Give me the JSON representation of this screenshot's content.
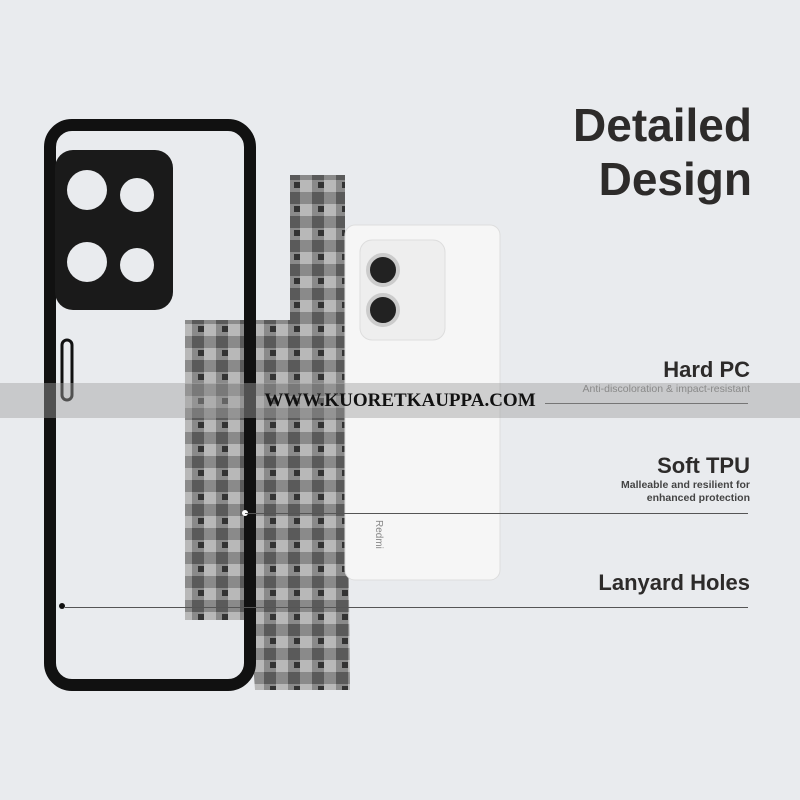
{
  "title": {
    "line1": "Detailed",
    "line2": "Design"
  },
  "features": [
    {
      "heading": "Hard PC",
      "sub": "Anti-discoloration & impact-resistant"
    },
    {
      "heading": "Soft TPU",
      "sub1": "Malleable and resilient for",
      "sub2": "enhanced protection"
    },
    {
      "heading": "Lanyard Holes"
    }
  ],
  "phone_brand": "Redmi",
  "watermark": "WWW.KUORETKAUPPA.COM"
}
